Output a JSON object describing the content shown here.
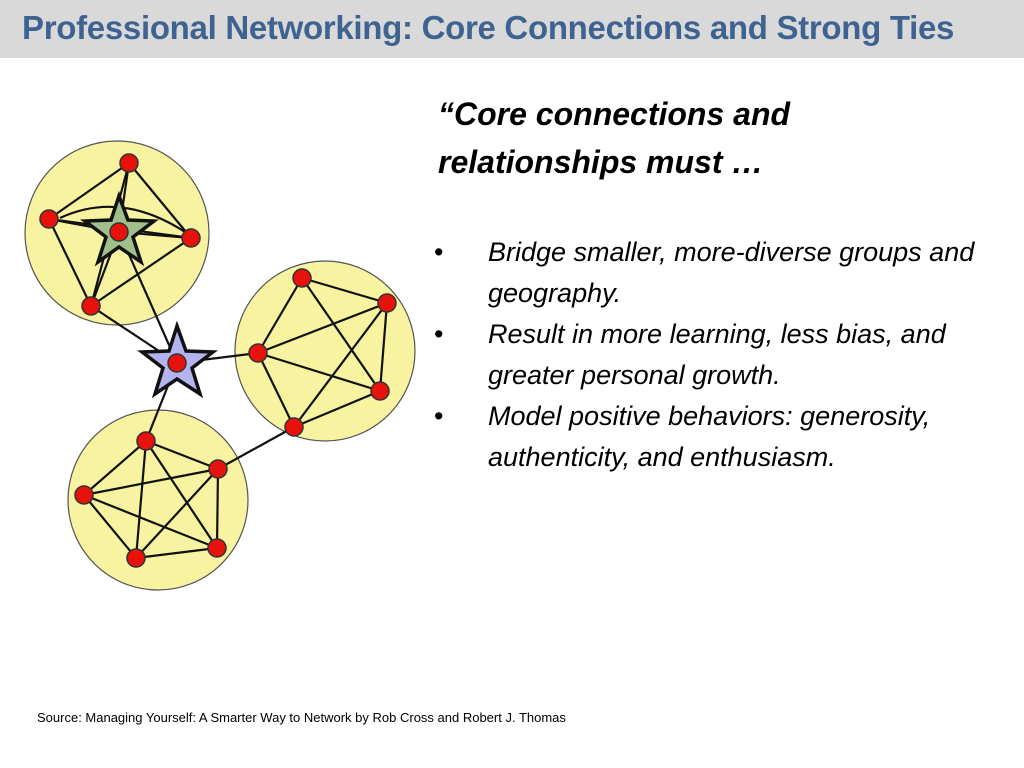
{
  "slide": {
    "title": "Professional Networking: Core Connections and Strong Ties",
    "lead_line_1": "“Core connections and",
    "lead_line_2": "relationships must …",
    "bullets": [
      {
        "marker": "•",
        "text": "Bridge smaller, more-diverse groups and geography."
      },
      {
        "marker": "•",
        "text": "Result in more learning, less bias, and greater personal growth."
      },
      {
        "marker": "•",
        "text": "Model positive behaviors: generosity, authenticity, and enthusiasm."
      }
    ],
    "source": "Source:  Managing Yourself:  A Smarter Way to Network by Rob Cross and Robert J. Thomas"
  },
  "colors": {
    "title_text": "#3f6391",
    "title_bar": "#d9d9d9",
    "cluster_fill": "#f7f3a0",
    "node_fill": "#e8120c",
    "central_star_fill": "#b3b3ee",
    "cluster_star_fill": "#9fc08a"
  }
}
